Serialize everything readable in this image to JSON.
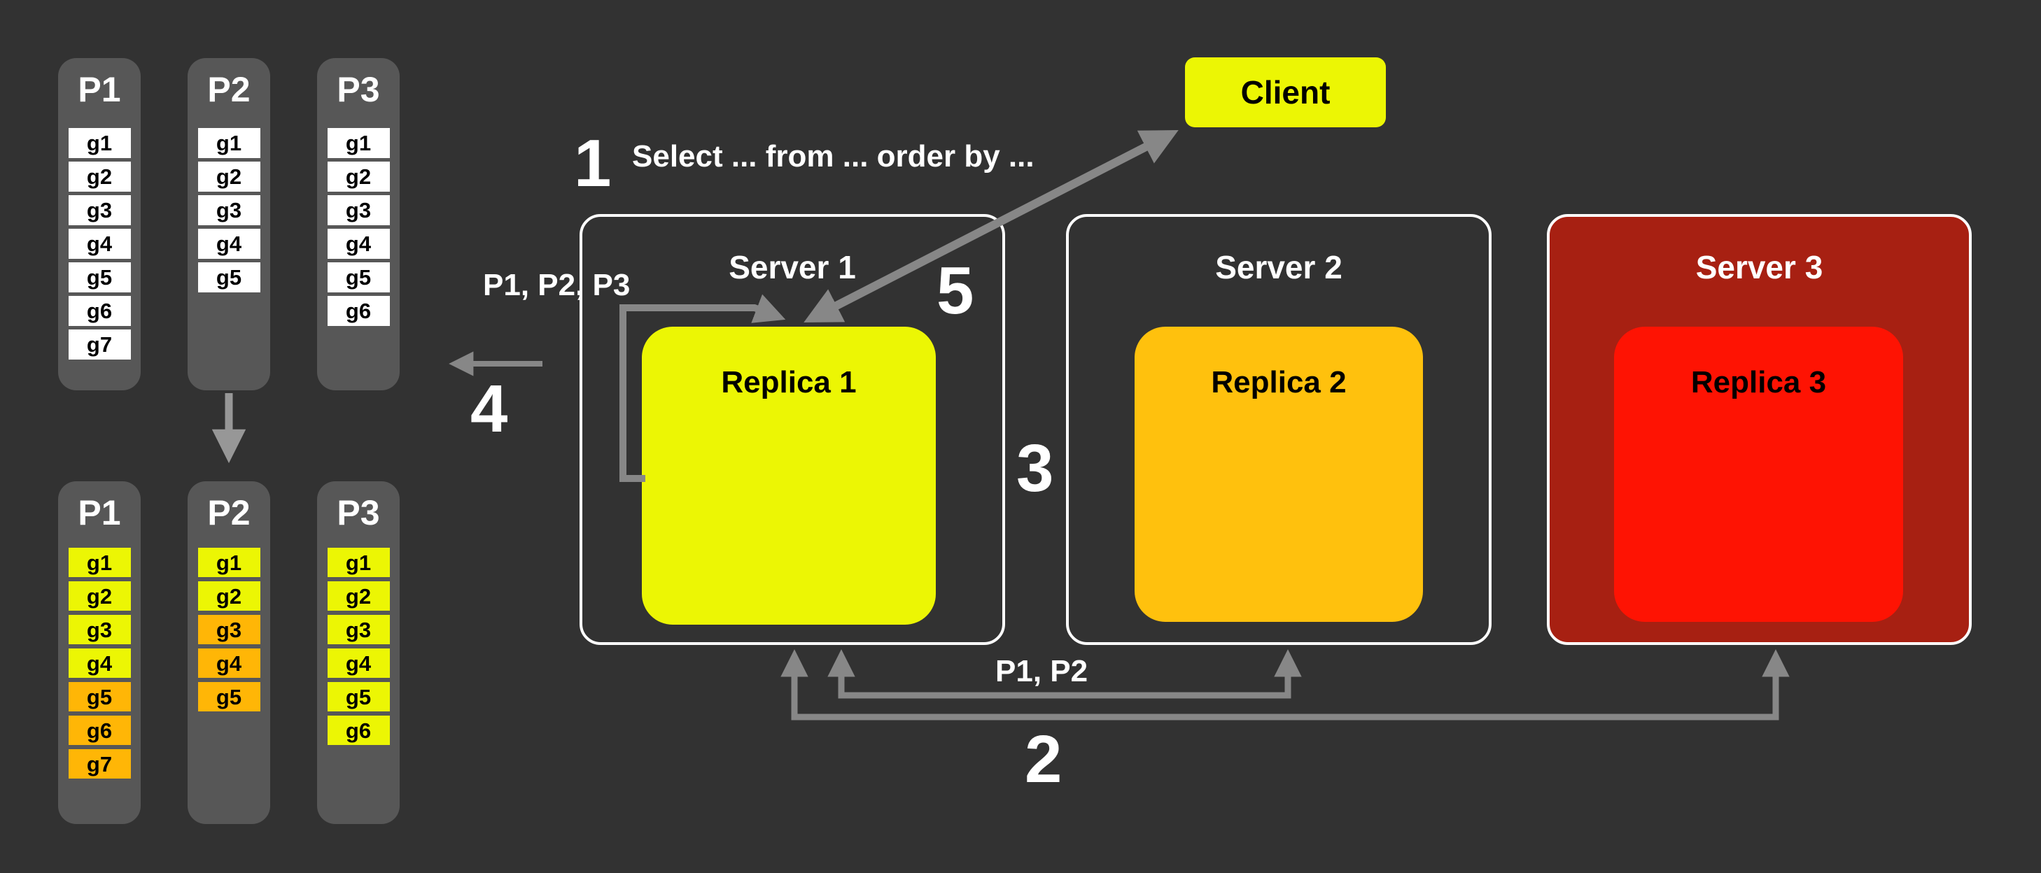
{
  "colors": {
    "background": "#323232",
    "column_bg": "#575757",
    "white_box": "#ffffff",
    "yellow": "#ecf604",
    "orange": "#ffb606",
    "amber": "#ffc10d",
    "red": "#fe1303",
    "dark_red": "#a72012",
    "arrow_gray": "#878787"
  },
  "partition_sets": [
    {
      "id": "before",
      "columns": [
        {
          "name": "P1",
          "groups": [
            {
              "label": "g1",
              "bg": "#ffffff"
            },
            {
              "label": "g2",
              "bg": "#ffffff"
            },
            {
              "label": "g3",
              "bg": "#ffffff"
            },
            {
              "label": "g4",
              "bg": "#ffffff"
            },
            {
              "label": "g5",
              "bg": "#ffffff"
            },
            {
              "label": "g6",
              "bg": "#ffffff"
            },
            {
              "label": "g7",
              "bg": "#ffffff"
            }
          ]
        },
        {
          "name": "P2",
          "groups": [
            {
              "label": "g1",
              "bg": "#ffffff"
            },
            {
              "label": "g2",
              "bg": "#ffffff"
            },
            {
              "label": "g3",
              "bg": "#ffffff"
            },
            {
              "label": "g4",
              "bg": "#ffffff"
            },
            {
              "label": "g5",
              "bg": "#ffffff"
            }
          ]
        },
        {
          "name": "P3",
          "groups": [
            {
              "label": "g1",
              "bg": "#ffffff"
            },
            {
              "label": "g2",
              "bg": "#ffffff"
            },
            {
              "label": "g3",
              "bg": "#ffffff"
            },
            {
              "label": "g4",
              "bg": "#ffffff"
            },
            {
              "label": "g5",
              "bg": "#ffffff"
            },
            {
              "label": "g6",
              "bg": "#ffffff"
            }
          ]
        }
      ]
    },
    {
      "id": "after",
      "columns": [
        {
          "name": "P1",
          "groups": [
            {
              "label": "g1",
              "bg": "#ecf604"
            },
            {
              "label": "g2",
              "bg": "#ecf604"
            },
            {
              "label": "g3",
              "bg": "#ecf604"
            },
            {
              "label": "g4",
              "bg": "#ecf604"
            },
            {
              "label": "g5",
              "bg": "#ffb606"
            },
            {
              "label": "g6",
              "bg": "#ffb606"
            },
            {
              "label": "g7",
              "bg": "#ffb606"
            }
          ]
        },
        {
          "name": "P2",
          "groups": [
            {
              "label": "g1",
              "bg": "#ecf604"
            },
            {
              "label": "g2",
              "bg": "#ecf604"
            },
            {
              "label": "g3",
              "bg": "#ffb606"
            },
            {
              "label": "g4",
              "bg": "#ffb606"
            },
            {
              "label": "g5",
              "bg": "#ffb606"
            }
          ]
        },
        {
          "name": "P3",
          "groups": [
            {
              "label": "g1",
              "bg": "#ecf604"
            },
            {
              "label": "g2",
              "bg": "#ecf604"
            },
            {
              "label": "g3",
              "bg": "#ecf604"
            },
            {
              "label": "g4",
              "bg": "#ecf604"
            },
            {
              "label": "g5",
              "bg": "#ecf604"
            },
            {
              "label": "g6",
              "bg": "#ecf604"
            }
          ]
        }
      ]
    }
  ],
  "servers": [
    {
      "name": "Server 1",
      "replica_name": "Replica 1"
    },
    {
      "name": "Server 2",
      "replica_name": "Replica 2"
    },
    {
      "name": "Server 3",
      "replica_name": "Replica 3"
    }
  ],
  "client_label": "Client",
  "steps": {
    "n1": "1",
    "n2": "2",
    "n3": "3",
    "n4": "4",
    "n5": "5"
  },
  "query_text": "Select ... from ... order by ...",
  "loop_label": "P1, P2, P3",
  "transfer_label": "P1, P2"
}
